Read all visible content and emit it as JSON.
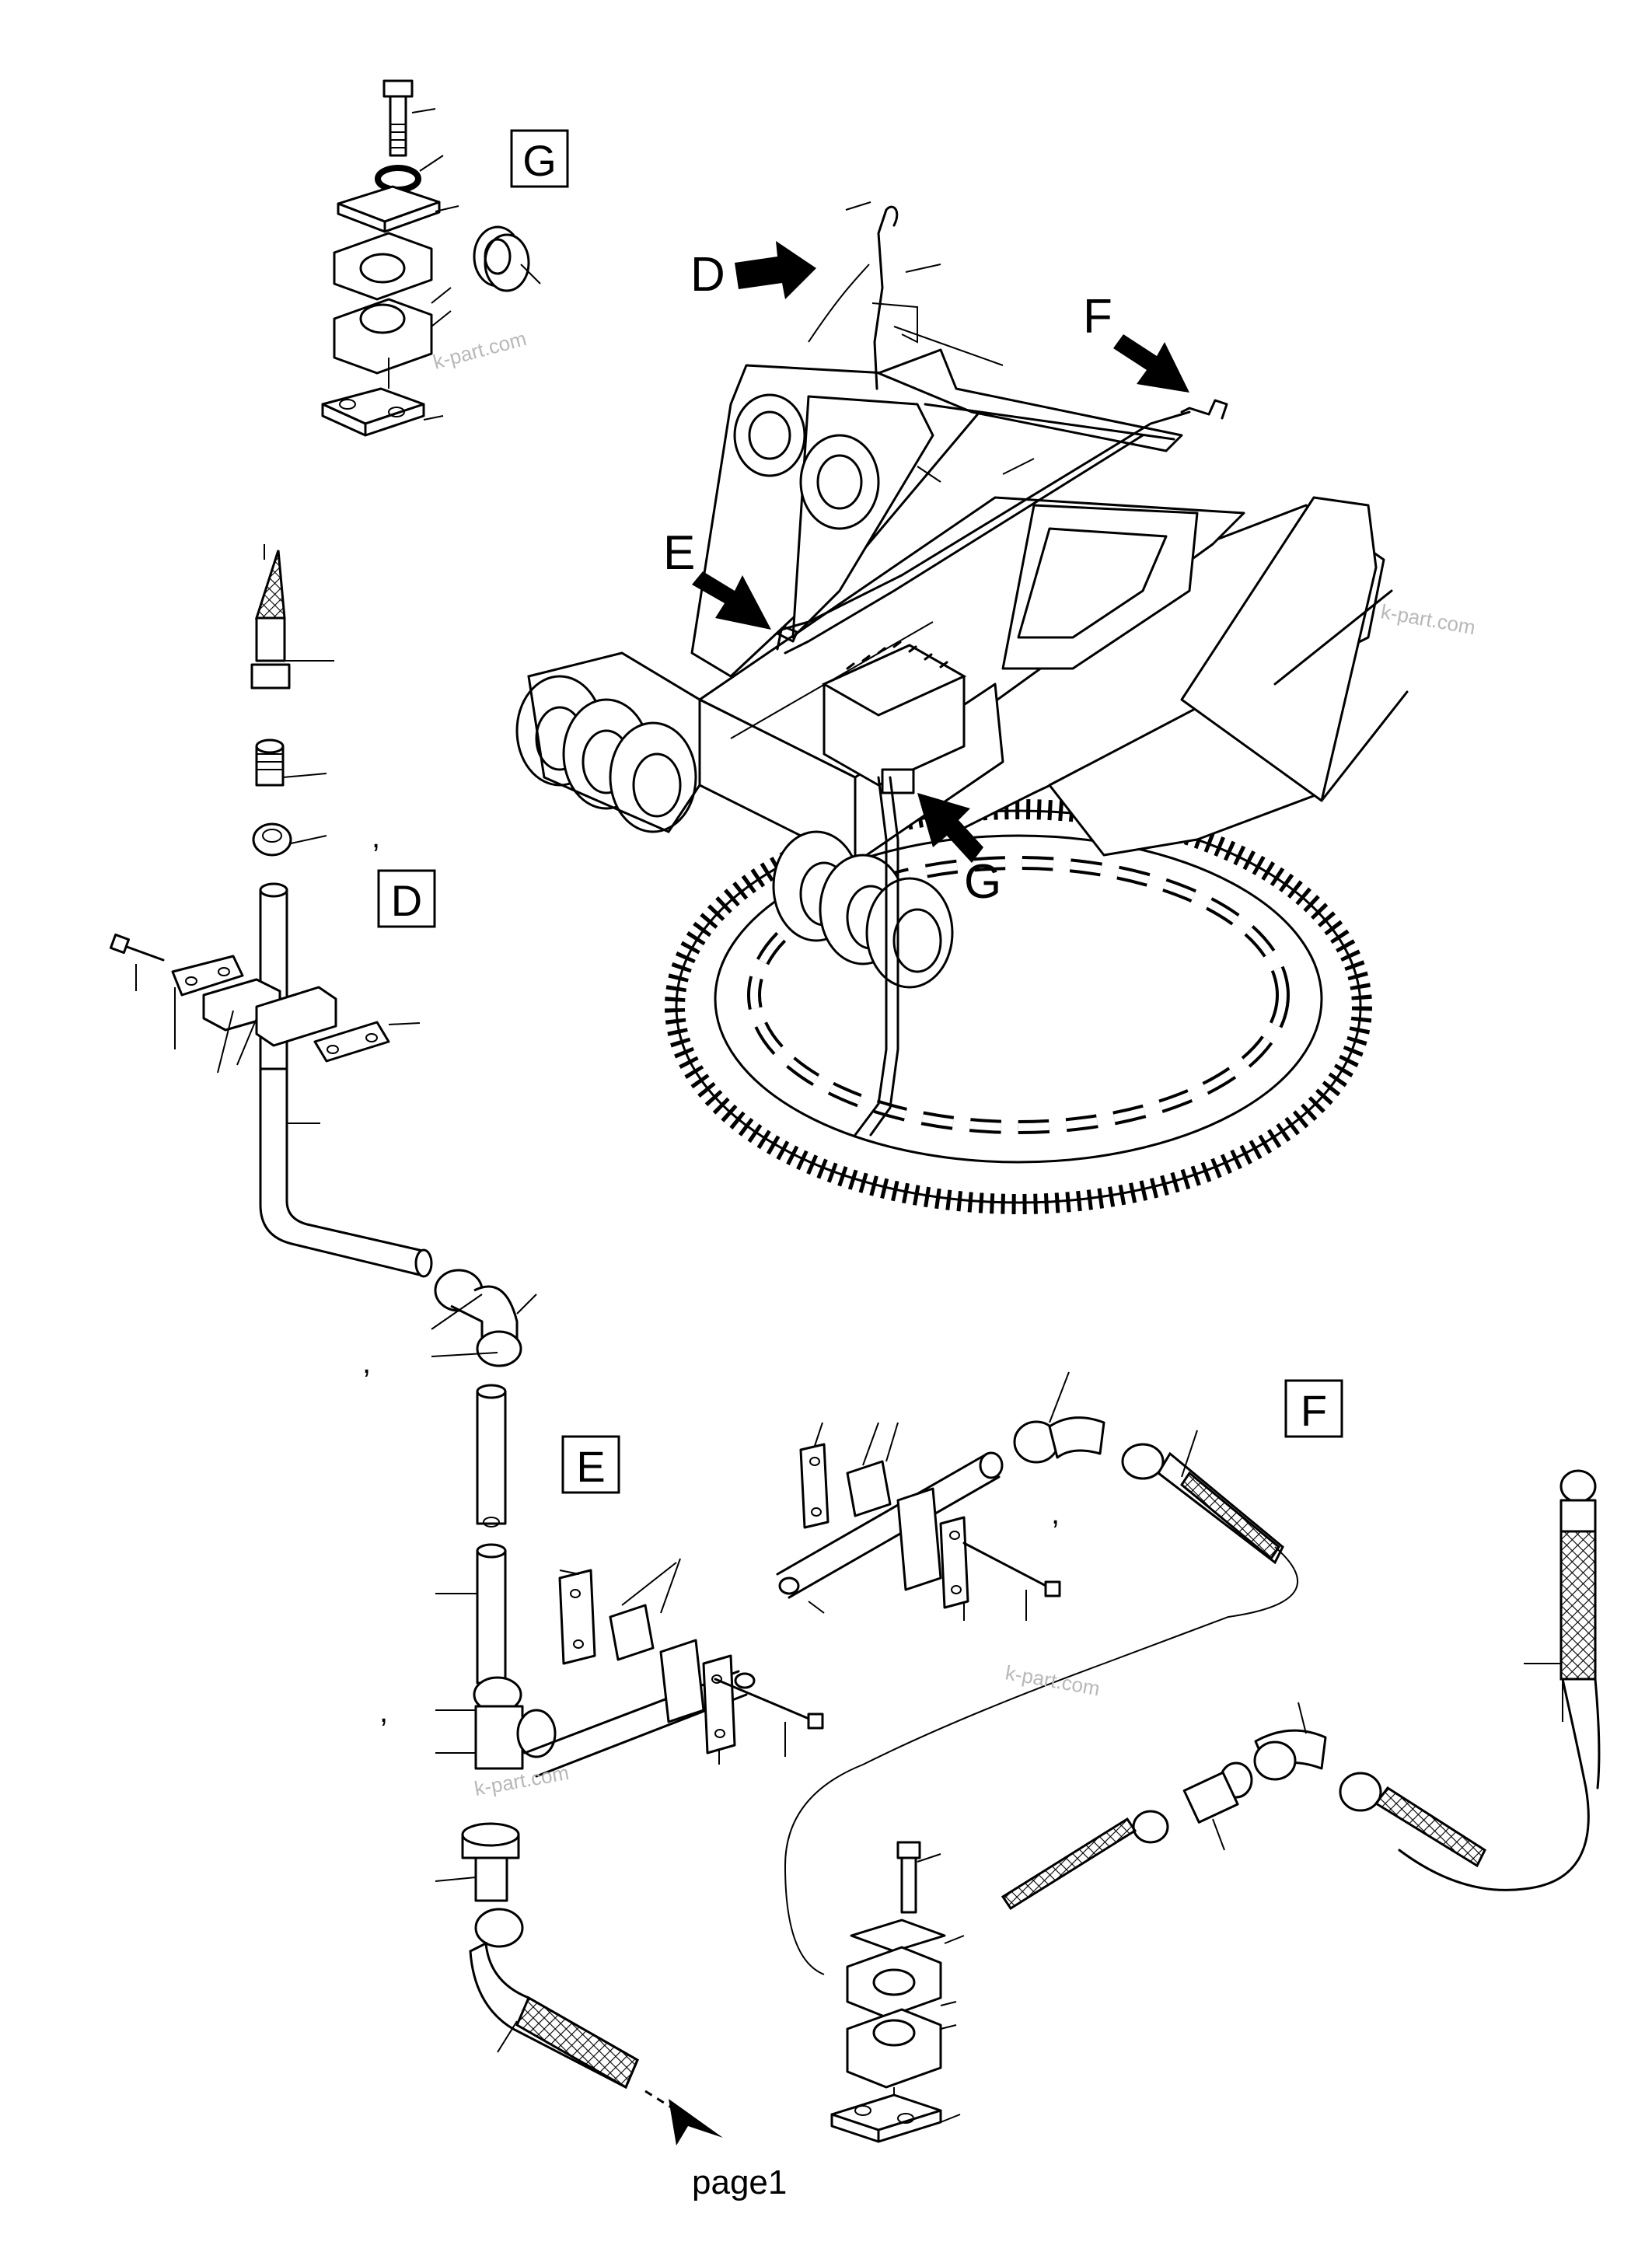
{
  "views": {
    "d": "D",
    "e": "E",
    "f": "F",
    "g": "G"
  },
  "arrows": {
    "d": "D",
    "e": "E",
    "f": "F",
    "g": "G"
  },
  "watermark": "k-part.com",
  "page_ref": "page1",
  "commas": [
    ",",
    ",",
    ",",
    ","
  ]
}
